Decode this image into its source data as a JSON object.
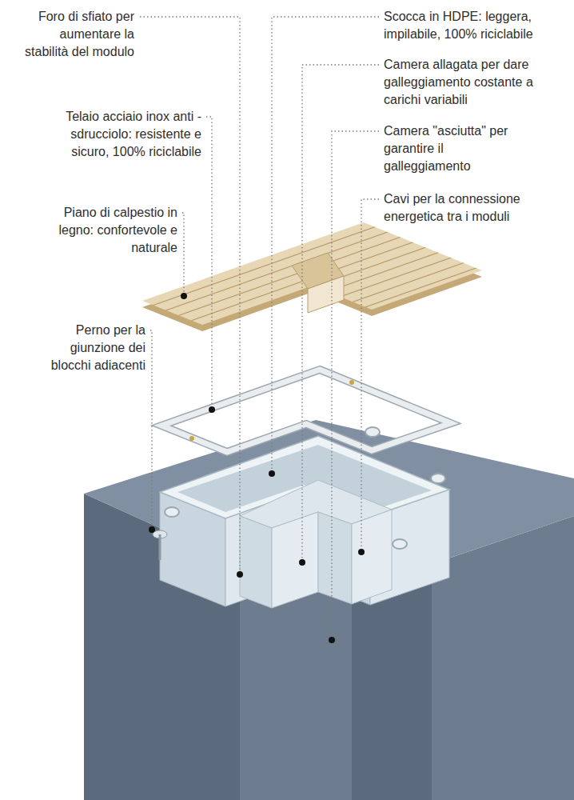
{
  "diagram": {
    "labels": [
      "Foro di sfiato per aumentare la stabilità del modulo",
      "Telaio acciaio inox anti - sdrucciolo: resistente e sicuro, 100% riciclabile",
      "Piano di calpestio in legno: confortevole e naturale",
      "Perno per la giunzione dei blocchi adiacenti",
      "Scocca in HDPE: leggera, impilabile, 100% riciclabile",
      "Camera allagata per dare galleggiamento costante a carichi variabili",
      "Camera \"asciutta\" per garantire il galleggiamento",
      "Cavi per la connessione energetica tra i moduli"
    ]
  }
}
